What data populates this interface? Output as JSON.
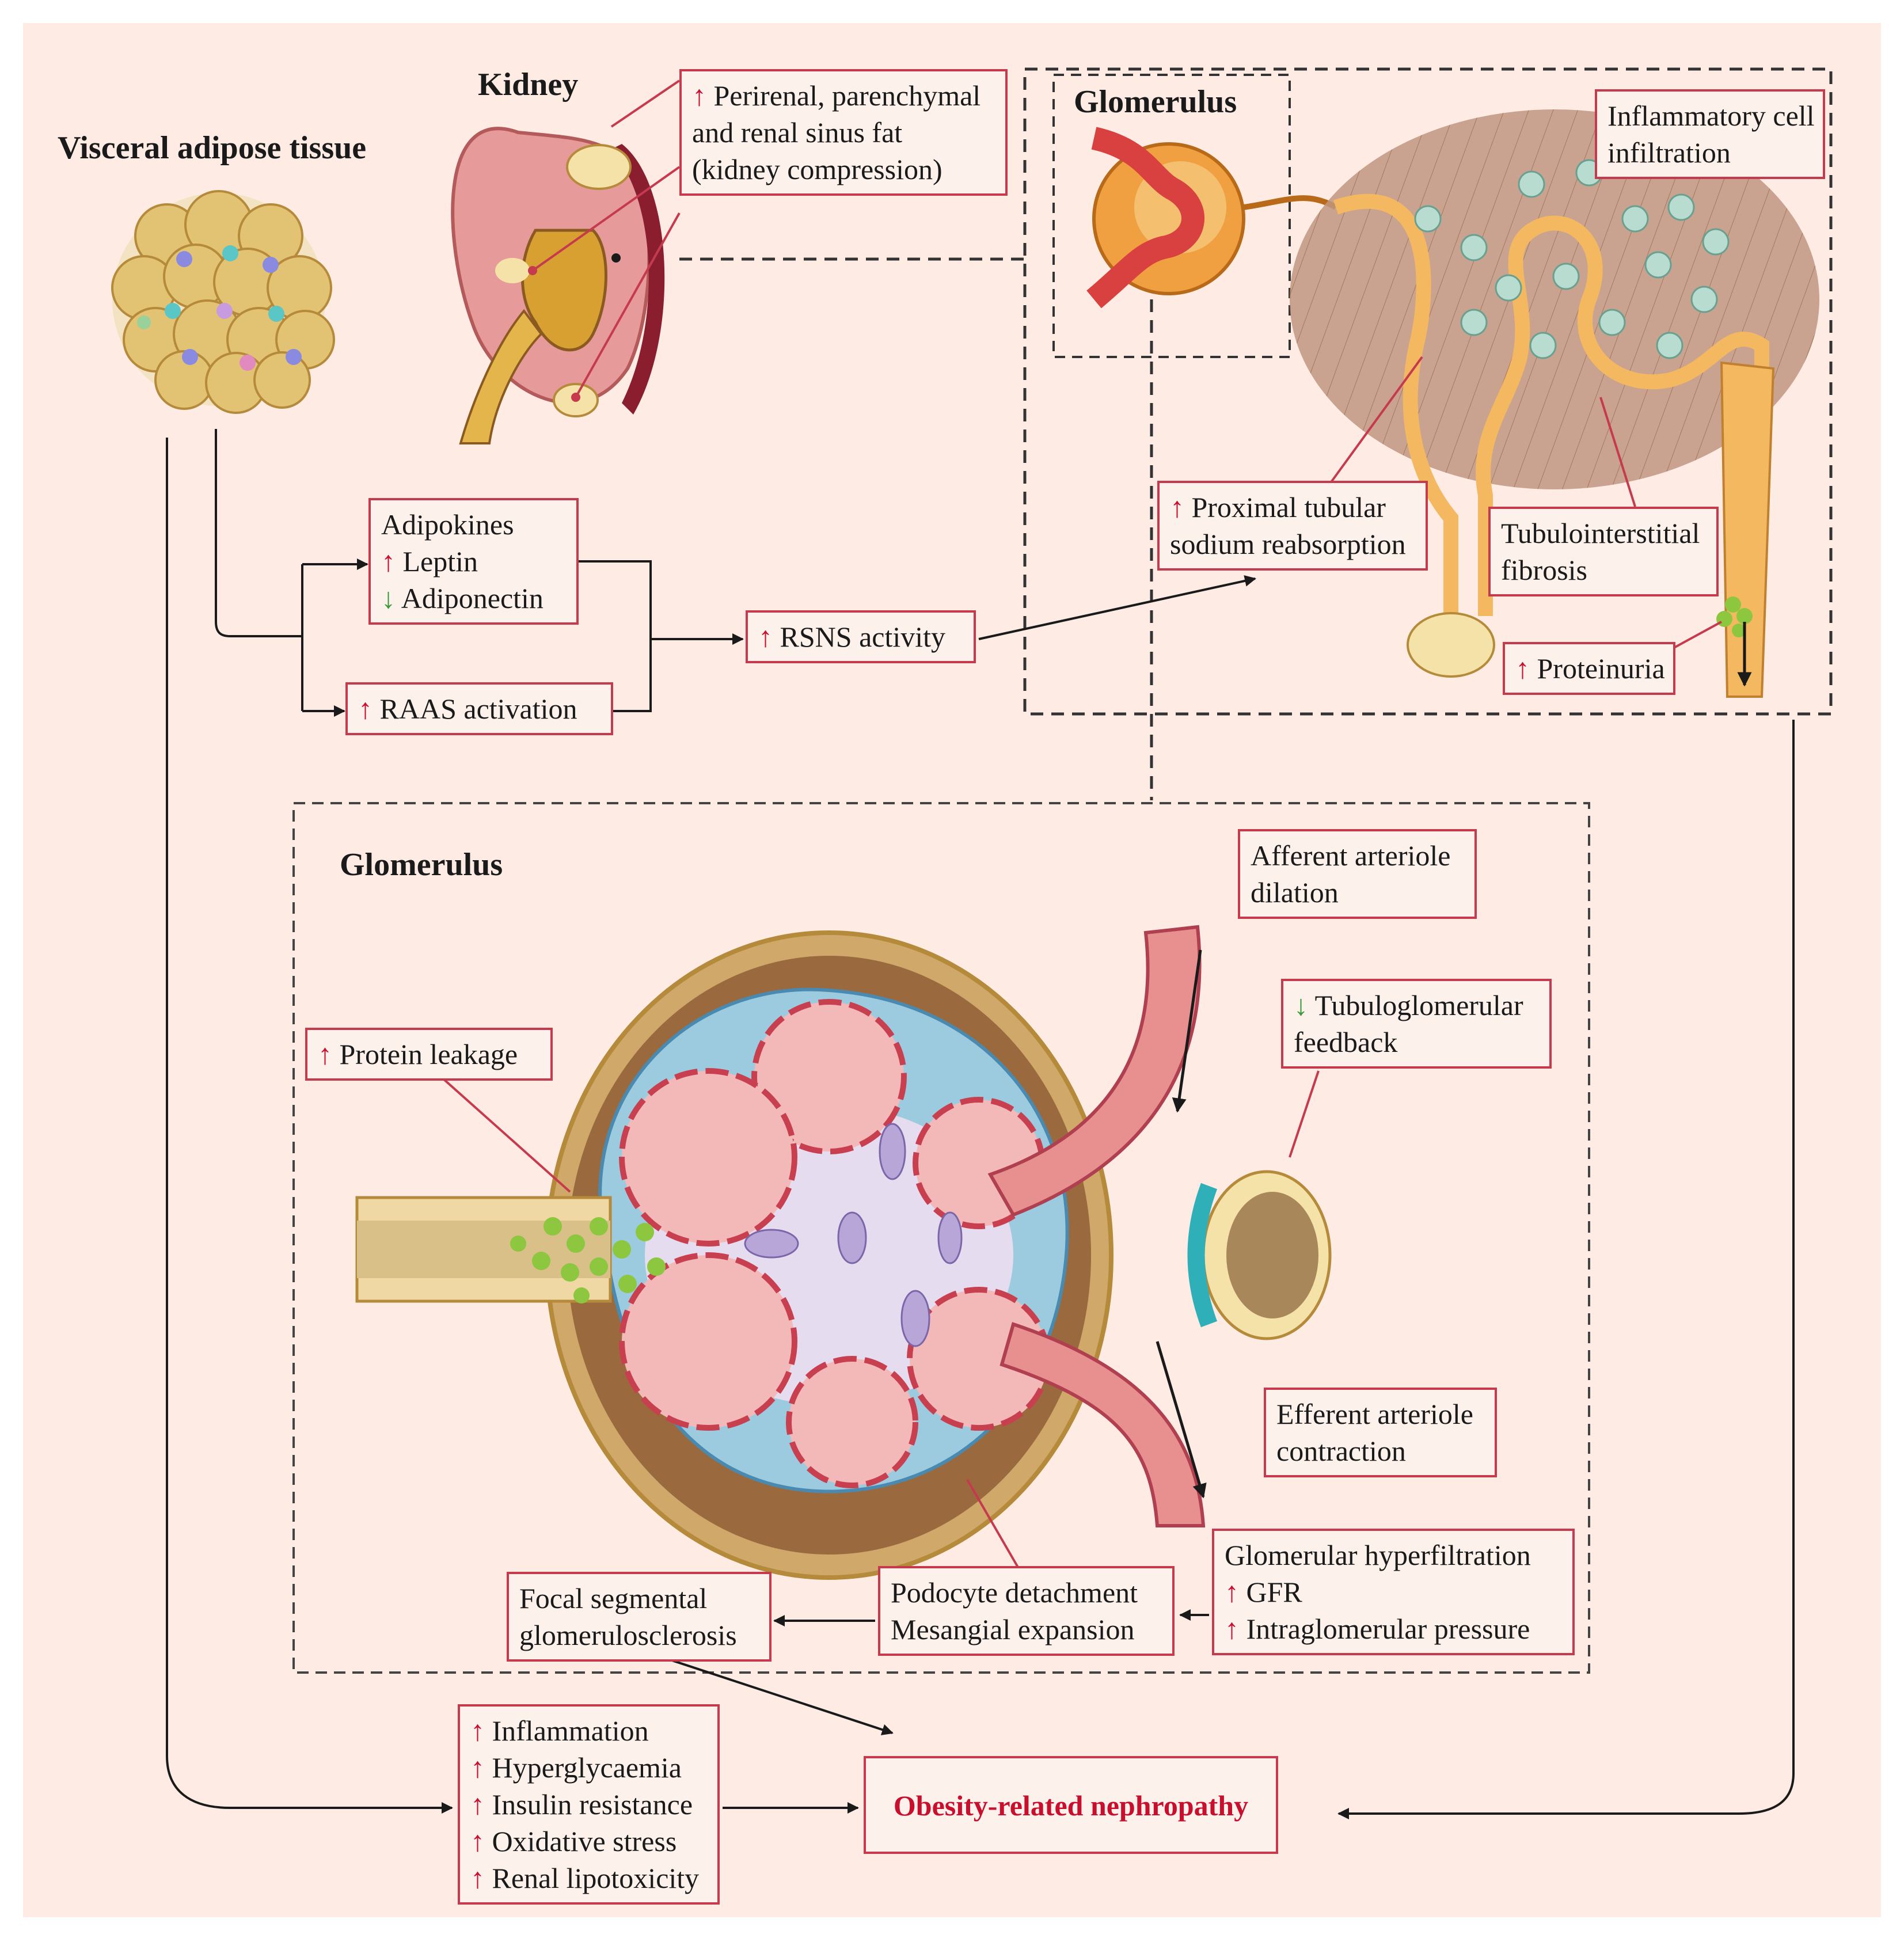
{
  "titles": {
    "visceral": "Visceral adipose tissue",
    "kidney": "Kidney",
    "glomerulus_top": "Glomerulus",
    "glomerulus_main": "Glomerulus"
  },
  "glyphs": {
    "up": "↑",
    "down": "↓"
  },
  "boxes": {
    "perirenal": [
      "Perirenal, parenchymal",
      "and renal sinus fat",
      "(kidney compression)"
    ],
    "inflammatory": [
      "Inflammatory cell",
      "infiltration"
    ],
    "adipokines": {
      "head": "Adipokines",
      "leptin": "Leptin",
      "adiponectin": "Adiponectin"
    },
    "raas": "RAAS activation",
    "rsns": "RSNS activity",
    "proximal": [
      "Proximal tubular",
      "sodium reabsorption"
    ],
    "tubulo": [
      "Tubulointerstitial",
      "fibrosis"
    ],
    "proteinuria": "Proteinuria",
    "afferent": [
      "Afferent arteriole",
      "dilation"
    ],
    "tgf": [
      "Tubuloglomerular",
      "feedback"
    ],
    "protein_leak": "Protein leakage",
    "efferent": [
      "Efferent arteriole",
      "contraction"
    ],
    "hyperfiltration": {
      "head": "Glomerular hyperfiltration",
      "gfr": "GFR",
      "pressure": "Intraglomerular pressure"
    },
    "podocyte": [
      "Podocyte detachment",
      "Mesangial expansion"
    ],
    "fsgs": [
      "Focal segmental",
      "glomerulosclerosis"
    ],
    "systemic": [
      "Inflammation",
      "Hyperglycaemia",
      "Insulin resistance",
      "Oxidative stress",
      "Renal lipotoxicity"
    ],
    "outcome": "Obesity-related nephropathy"
  },
  "colors": {
    "background": "#fdebe4",
    "box_border": "#c63a4e",
    "up_arrow": "#c8102e",
    "down_arrow": "#3a9a3a",
    "fat": "#e8c97a",
    "tubule": "#f4b860",
    "kidney_pink": "#e79a9a",
    "vessel_red": "#d94040",
    "protein_green": "#8dc63f"
  }
}
